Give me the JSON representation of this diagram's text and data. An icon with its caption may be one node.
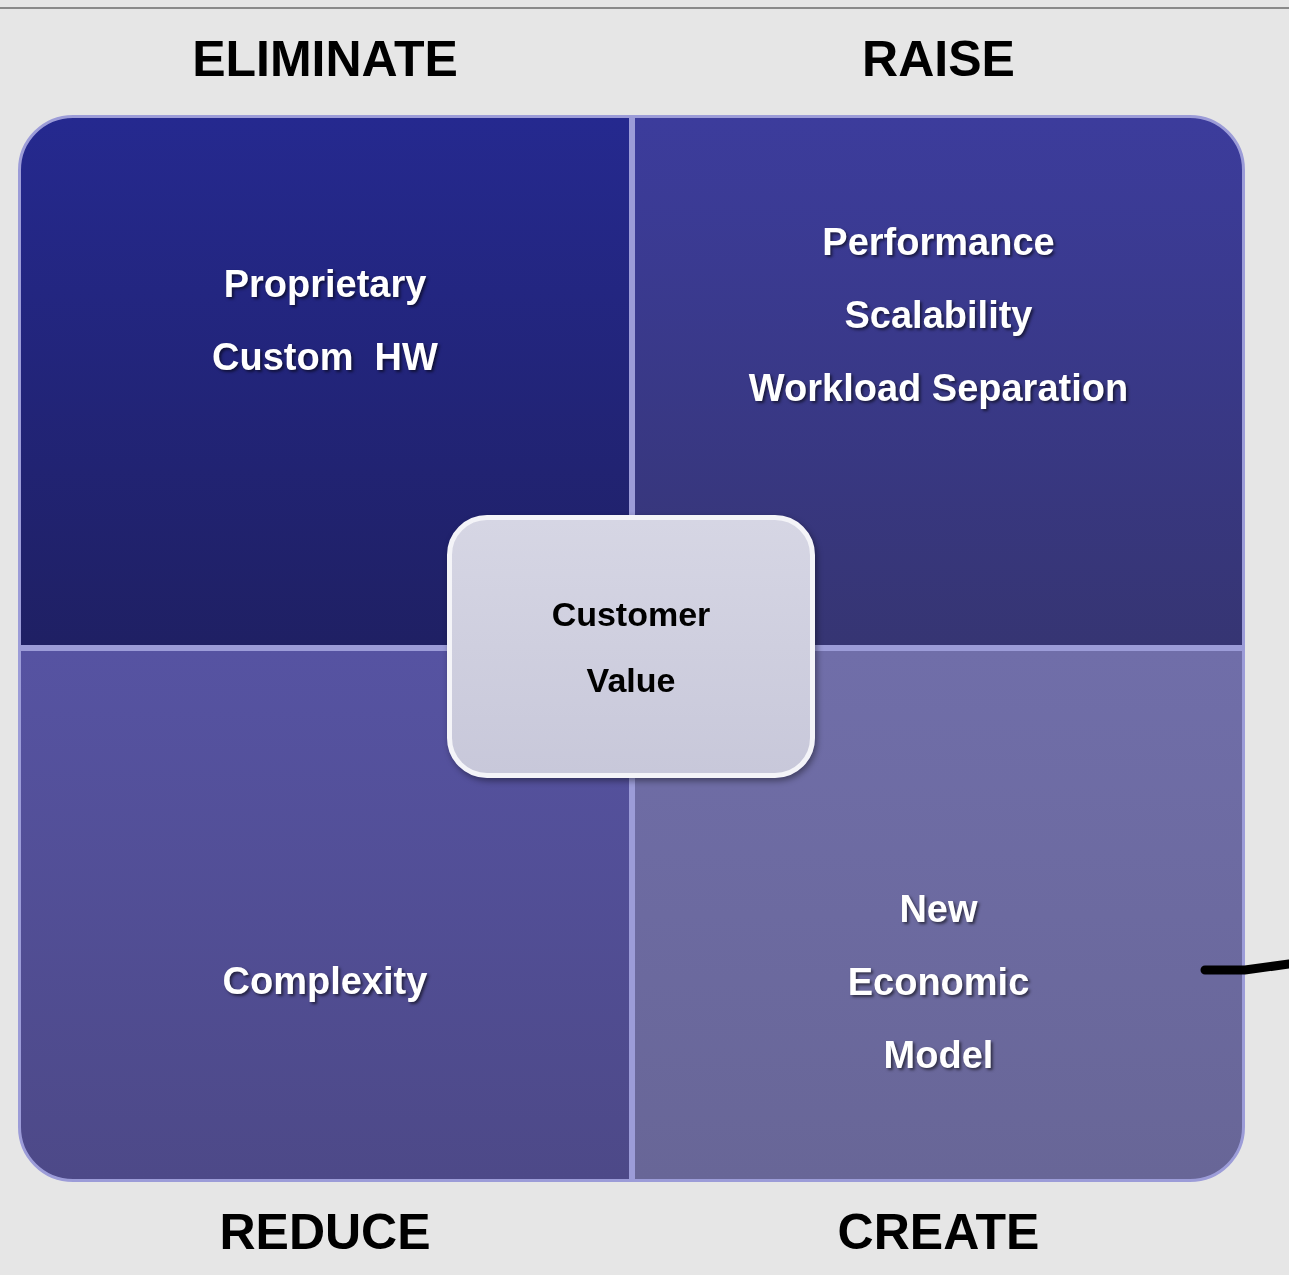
{
  "diagram": {
    "nodes": [
      {
        "text": [
          "ELIMINATE",
          "Proprietary",
          "Custom  HW"
        ]
      },
      {
        "text": [
          "RAISE",
          "Performance",
          "Scalability",
          "Workload Separation"
        ]
      },
      {
        "text": [
          "Complexity",
          "REDUCE"
        ]
      },
      {
        "text": [
          "New",
          "Economic",
          "Model",
          "CREATE"
        ]
      },
      {
        "text": [
          "Customer Value"
        ]
      }
    ],
    "edges": [
      {
        "from": null,
        "to": 3,
        "arrow": "none"
      }
    ]
  }
}
